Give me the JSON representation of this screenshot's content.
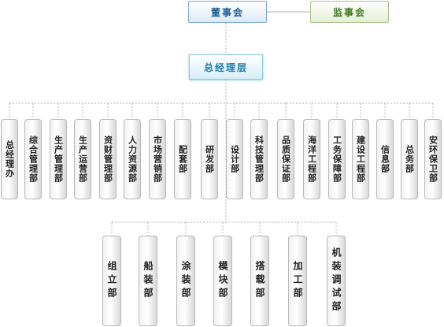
{
  "top": {
    "board": "董事会",
    "supervisory": "监事会",
    "gm": "总经理层"
  },
  "departments": [
    "总经理办",
    "综合管理部",
    "生产管理部",
    "生产运营部",
    "资财管理部",
    "人力资源部",
    "市场营销部",
    "配套部",
    "研发部",
    "设计部",
    "科技管理部",
    "品质保证部",
    "海洋工程部",
    "工务保障部",
    "建设工程部",
    "信息部",
    "总务部",
    "安环保卫部"
  ],
  "units": [
    "组立部",
    "船装部",
    "涂装部",
    "模块部",
    "搭载部",
    "加工部",
    "机装调试部"
  ],
  "colors": {
    "board_text": "#1c5f9a",
    "supervisory_text": "#3f7a1f",
    "gm_text": "#1e78a6",
    "connector": "#b0b0b0"
  }
}
